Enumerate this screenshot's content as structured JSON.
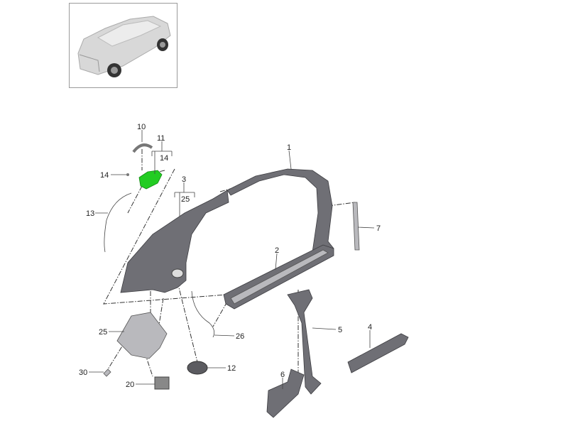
{
  "overview": {
    "subject": "vehicle-overview-thumbnail"
  },
  "highlight_color": "#22cc22",
  "callouts": {
    "p1": "1",
    "p2": "2",
    "p3": "3",
    "p4": "4",
    "p5": "5",
    "p6": "6",
    "p7": "7",
    "p10": "10",
    "p11": "11",
    "p11_sub14": "14",
    "p12": "12",
    "p13": "13",
    "p14": "14",
    "p3_sub25": "25",
    "p25": "25",
    "p26": "26",
    "p20": "20",
    "p30": "30"
  }
}
